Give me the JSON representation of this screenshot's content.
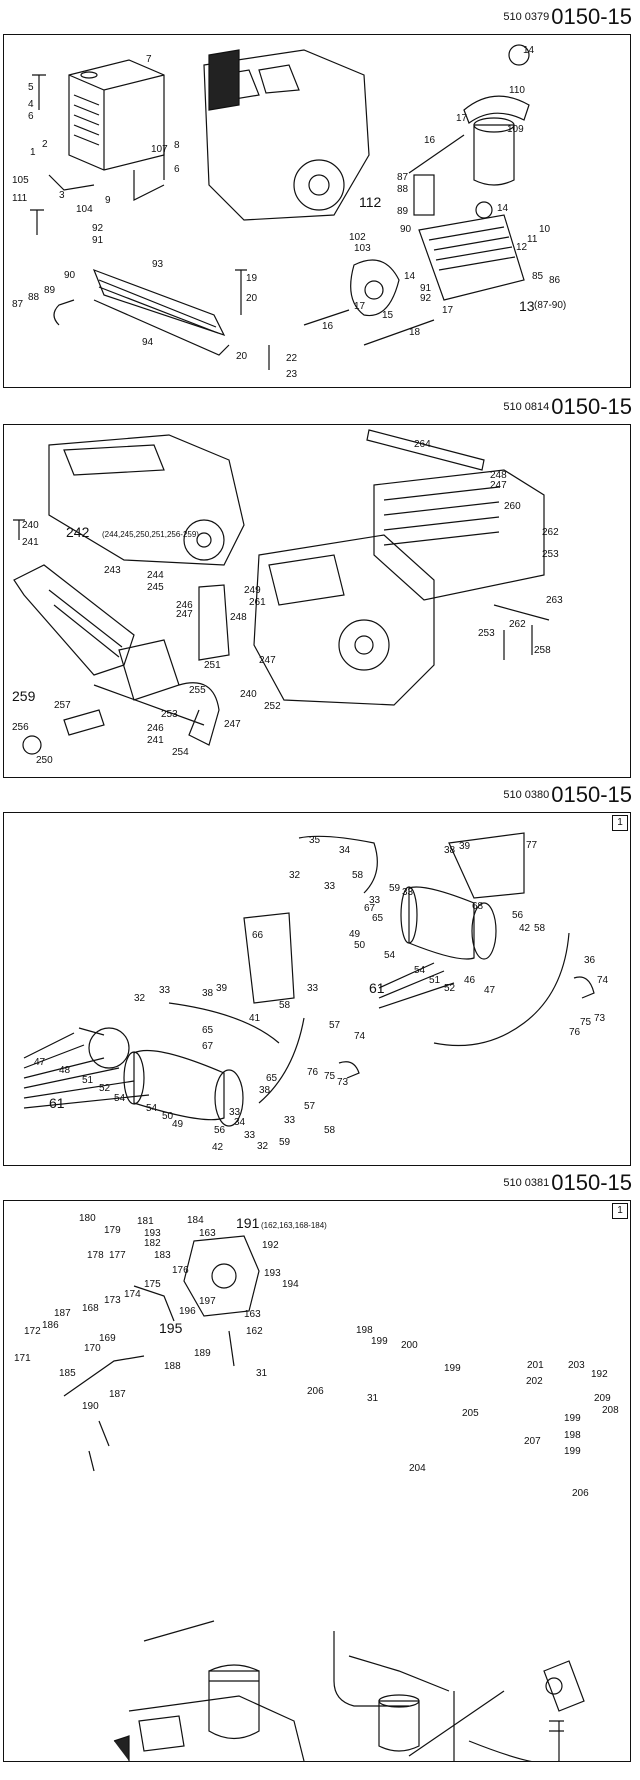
{
  "sheets": [
    {
      "doc_small": "510 0379",
      "doc_big": "0150-15",
      "sheet_badge": "",
      "callouts": [
        "14",
        "7",
        "5",
        "4",
        "6",
        "110",
        "17",
        "16",
        "109",
        "1",
        "2",
        "105",
        "111",
        "3",
        "104",
        "9",
        "107",
        "6",
        "8",
        "87",
        "88",
        "89",
        "112",
        "90",
        "14",
        "102",
        "103",
        "10",
        "11",
        "12",
        "92",
        "91",
        "93",
        "19",
        "20",
        "90",
        "89",
        "88",
        "87",
        "94",
        "20",
        "22",
        "23",
        "16",
        "17",
        "15",
        "14",
        "91",
        "92",
        "17",
        "18",
        "85",
        "86",
        "13"
      ],
      "note": "(87-90)"
    },
    {
      "doc_small": "510 0814",
      "doc_big": "0150-15",
      "sheet_badge": "",
      "callouts": [
        "264",
        "248",
        "247",
        "260",
        "240",
        "241",
        "242",
        "262",
        "253",
        "243",
        "244",
        "245",
        "246",
        "247",
        "248",
        "249",
        "247",
        "261",
        "263",
        "253",
        "262",
        "258",
        "259",
        "257",
        "256",
        "250",
        "251",
        "255",
        "253",
        "240",
        "252",
        "247",
        "246",
        "241",
        "254"
      ],
      "note": "(244,245,250,251,256-259)"
    },
    {
      "doc_small": "510 0380",
      "doc_big": "0150-15",
      "sheet_badge": "1",
      "callouts": [
        "35",
        "34",
        "38",
        "39",
        "77",
        "32",
        "33",
        "58",
        "59",
        "33",
        "68",
        "56",
        "42",
        "33",
        "58",
        "67",
        "65",
        "49",
        "50",
        "36",
        "54",
        "61",
        "54",
        "51",
        "52",
        "46",
        "47",
        "74",
        "75",
        "73",
        "76",
        "66",
        "33",
        "38",
        "39",
        "33",
        "32",
        "58",
        "65",
        "67",
        "41",
        "57",
        "74",
        "47",
        "48",
        "51",
        "52",
        "54",
        "61",
        "54",
        "50",
        "49",
        "65",
        "38",
        "76",
        "75",
        "73",
        "33",
        "34",
        "57",
        "33",
        "56",
        "42",
        "32",
        "59",
        "58",
        "33"
      ]
    },
    {
      "doc_small": "510 0381",
      "doc_big": "0150-15",
      "sheet_badge": "1",
      "callouts": [
        "180",
        "179",
        "181",
        "193",
        "182",
        "183",
        "184",
        "163",
        "191",
        "192",
        "178",
        "177",
        "176",
        "193",
        "194",
        "175",
        "174",
        "173",
        "168",
        "197",
        "196",
        "187",
        "195",
        "172",
        "186",
        "169",
        "170",
        "171",
        "185",
        "187",
        "190",
        "188",
        "189",
        "163",
        "162",
        "31",
        "198",
        "199",
        "200",
        "206",
        "31",
        "199",
        "201",
        "203",
        "192",
        "202",
        "209",
        "199",
        "208",
        "205",
        "198",
        "199",
        "207",
        "204",
        "206"
      ],
      "note": "(162,163,168-184)"
    }
  ]
}
